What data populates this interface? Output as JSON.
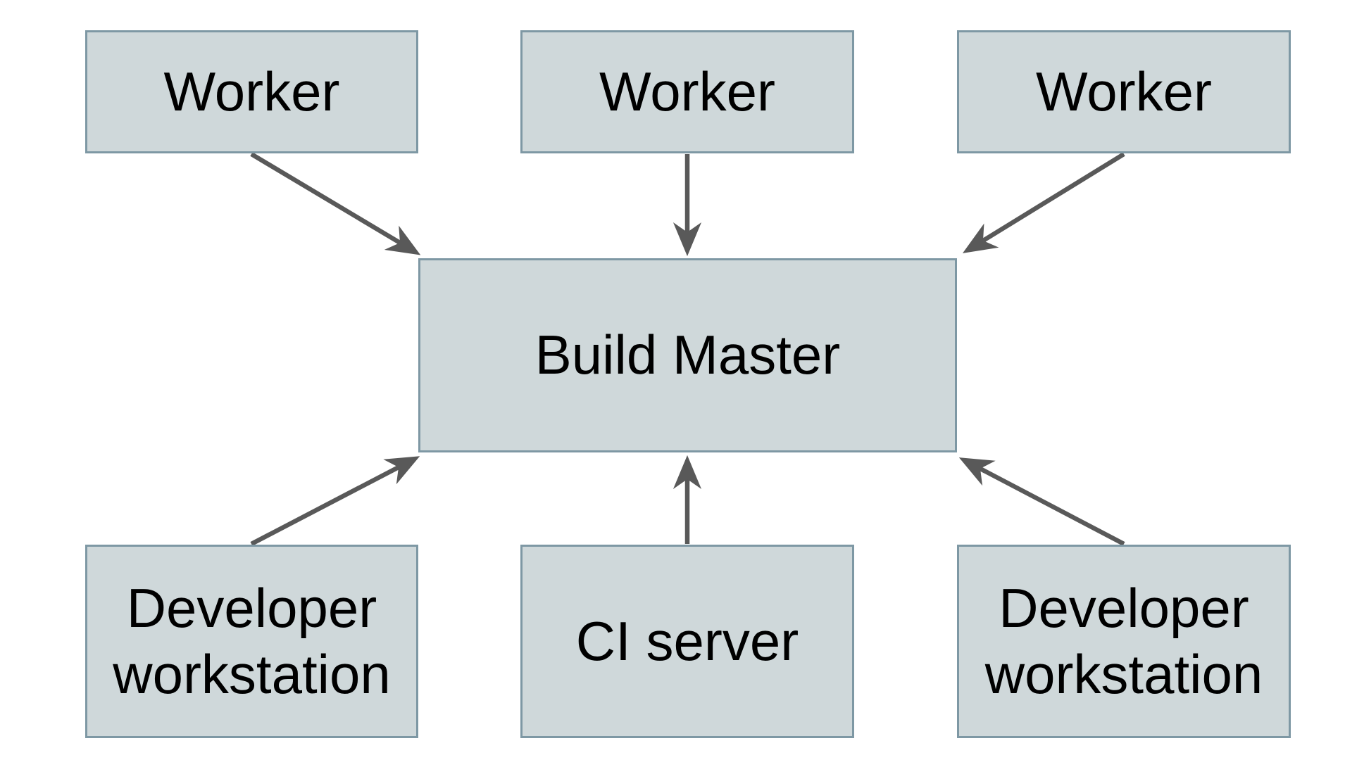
{
  "diagram": {
    "type": "architecture-diagram",
    "nodes": {
      "worker_1": {
        "label": "Worker"
      },
      "worker_2": {
        "label": "Worker"
      },
      "worker_3": {
        "label": "Worker"
      },
      "build_master": {
        "label": "Build Master"
      },
      "developer_workstation_left": {
        "label": "Developer workstation"
      },
      "ci_server": {
        "label": "CI server"
      },
      "developer_workstation_right": {
        "label": "Developer workstation"
      }
    },
    "edges": [
      {
        "from": "worker_1",
        "to": "build_master"
      },
      {
        "from": "worker_2",
        "to": "build_master"
      },
      {
        "from": "worker_3",
        "to": "build_master"
      },
      {
        "from": "developer_workstation_left",
        "to": "build_master"
      },
      {
        "from": "ci_server",
        "to": "build_master"
      },
      {
        "from": "developer_workstation_right",
        "to": "build_master"
      }
    ],
    "colors": {
      "background": "#ffffff",
      "node_fill": "#cfd8da",
      "node_border": "#7e98a4",
      "arrow": "#595959",
      "text": "#000000"
    }
  }
}
